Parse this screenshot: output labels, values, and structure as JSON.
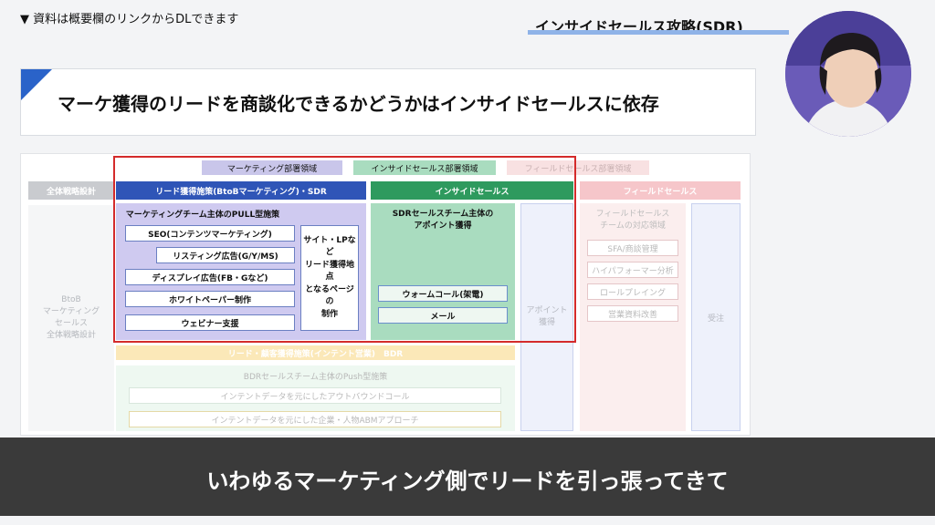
{
  "top_note": "▼ 資料は概要欄のリンクからDLできます",
  "brand_title": "インサイドセールス攻略(SDR)",
  "headline": "マーケ獲得のリードを商談化できるかどうかはインサイドセールスに依存",
  "diagram": {
    "areas": {
      "marketing": "マーケティング部署領域",
      "inside": "インサイドセールス部署領域",
      "field": "フィールドセールス部署領域"
    },
    "headers": {
      "strategy": "全体戦略設計",
      "lead": "リード獲得施策(BtoBマーケティング)・SDR",
      "inside": "インサイドセールス",
      "field": "フィールドセールス"
    },
    "strategy_body": [
      "BtoB",
      "マーケティング",
      "セールス",
      "全体戦略設計"
    ],
    "pull_title": "マーケティングチーム主体のPULL型施策",
    "pull_items": [
      "SEO(コンテンツマーケティング)",
      "リスティング広告(G/Y/MS)",
      "ディスプレイ広告(FB・Gなど)",
      "ホワイトペーパー制作",
      "ウェビナー支援"
    ],
    "site_lp": [
      "サイト・LPなど",
      "リード獲得地点",
      "となるページの",
      "制作"
    ],
    "sdr_title": [
      "SDRセールスチーム主体の",
      "アポイント獲得"
    ],
    "sdr_items": [
      "ウォームコール(架電)",
      "メール"
    ],
    "appoint": [
      "アポイント",
      "獲得"
    ],
    "field_title": [
      "フィールドセールス",
      "チームの対応領域"
    ],
    "field_items": [
      "SFA/商談管理",
      "ハイパフォーマー分析",
      "ロールプレイング",
      "営業資料改善"
    ],
    "order": "受注",
    "intent_bar": "リード・顧客獲得施策(インテント営業)　BDR",
    "push_title": "BDRセールスチーム主体のPush型施策",
    "push_items": [
      "インテントデータを元にしたアウトバウンドコール",
      "インテントデータを元にした企業・人物ABMアプローチ"
    ]
  },
  "subtitle": "いわゆるマーケティング側でリードを引っ張ってきて",
  "colors": {
    "marketing": "#c9c6ea",
    "inside": "#a9dcbf",
    "field": "#f5d7d9",
    "lead_header": "#2f55b7",
    "inside_header": "#2e9a5e",
    "highlight": "#d42b2b",
    "accent": "#2a63c9"
  }
}
